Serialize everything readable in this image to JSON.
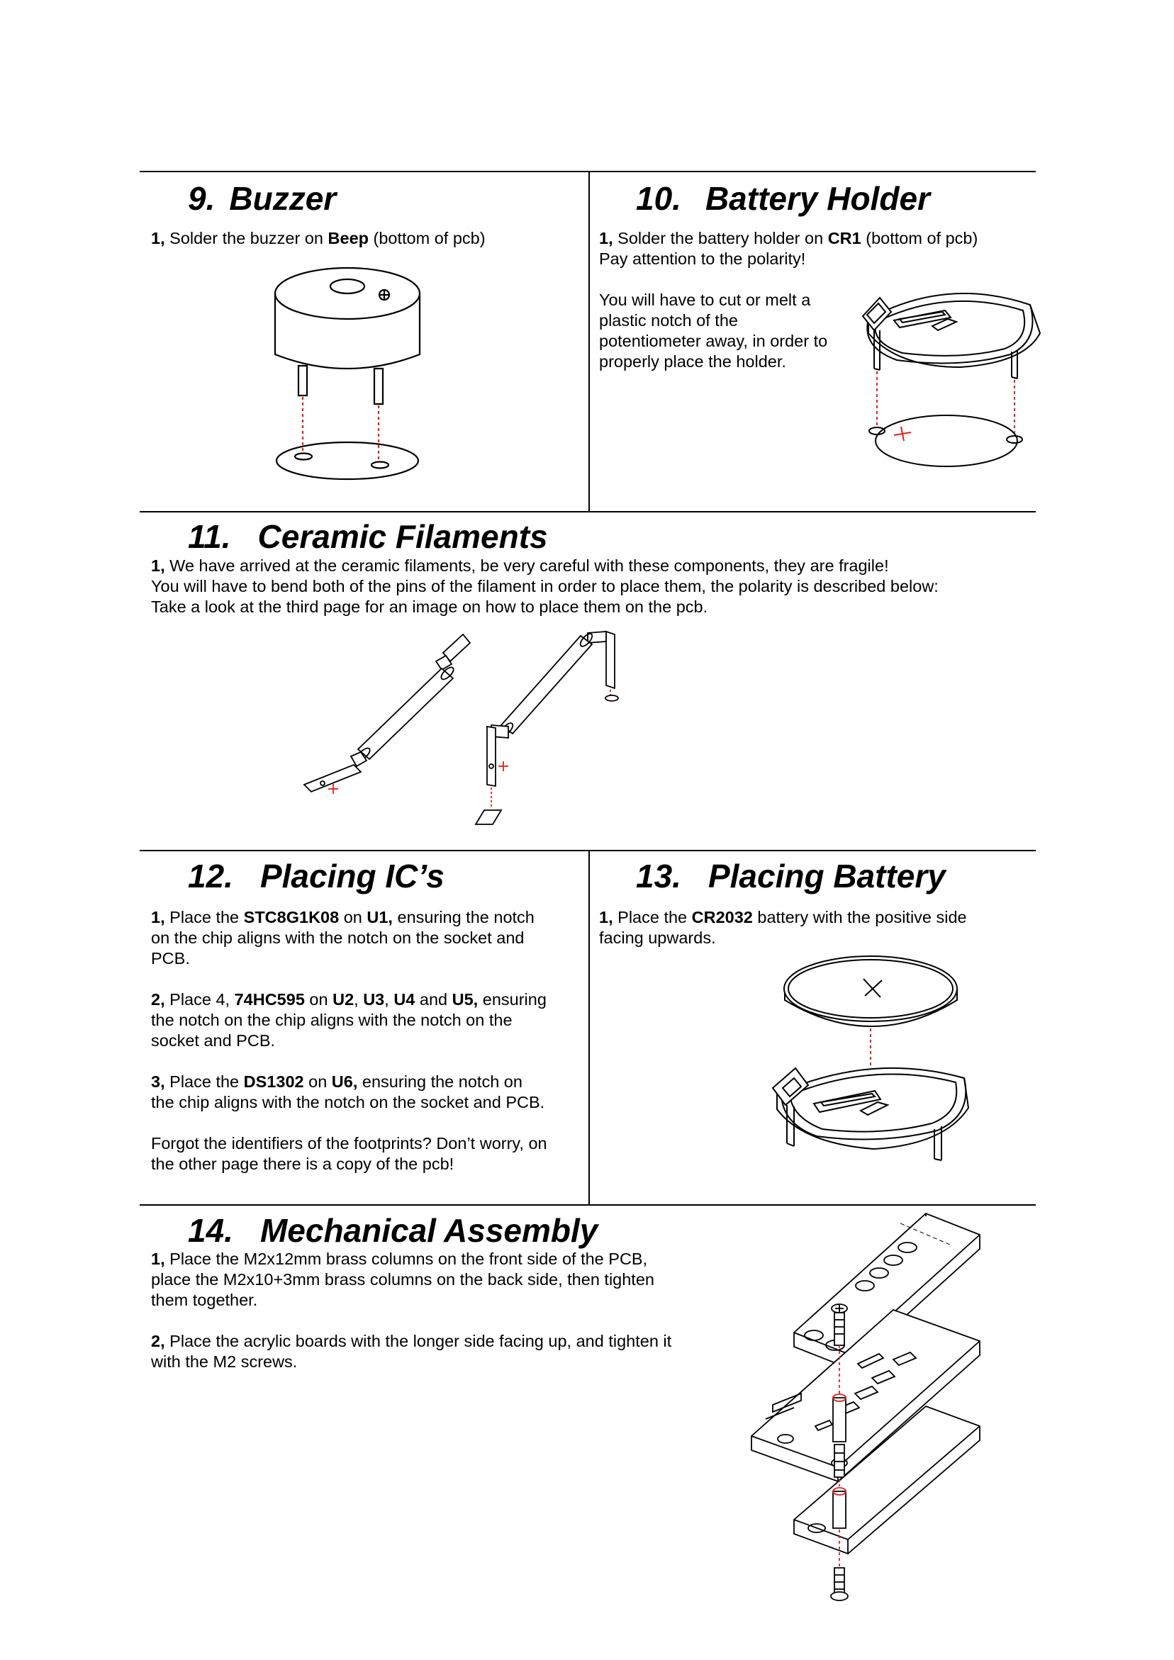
{
  "s9": {
    "num": "9.",
    "title": "Buzzer",
    "l1": [
      "1,",
      " Solder the buzzer on ",
      "Beep",
      " (bottom of pcb)"
    ]
  },
  "s10": {
    "num": "10.",
    "title": "Battery Holder",
    "l1": [
      "1,",
      "  Solder the battery holder on ",
      "CR1",
      " (bottom of pcb)"
    ],
    "l2": "Pay attention to the polarity!",
    "l3": [
      "You will have to cut or melt a",
      "plastic notch of the",
      "potentiometer away, in order to",
      "properly place the holder."
    ]
  },
  "s11": {
    "num": "11.",
    "title": "Ceramic Filaments",
    "l1": [
      "1,",
      " We have arrived at the ceramic filaments, be very careful with these components, they are fragile!"
    ],
    "l2": "You will have to bend both of the pins of the filament in order to place them, the polarity is described below:",
    "l3": "Take a look at the third page for an image on how to place them on the pcb."
  },
  "s12": {
    "num": "12.",
    "title": "Placing IC’s",
    "p1": [
      "1,",
      " Place the ",
      "STC8G1K08",
      " on ",
      "U1,",
      " ensuring the notch",
      "on the chip aligns with the notch on the socket and",
      "PCB."
    ],
    "p2": [
      "2,",
      " Place 4, ",
      "74HC595",
      " on ",
      "U2",
      ", ",
      "U3",
      ", ",
      "U4",
      " and ",
      "U5,",
      " ensuring",
      "the notch on the chip aligns with the notch on the",
      "socket and PCB."
    ],
    "p3": [
      "3,",
      " Place the ",
      "DS1302",
      " on ",
      "U6,",
      " ensuring the notch on",
      "the chip aligns with the notch on the socket and PCB."
    ],
    "p4": [
      "Forgot the identifiers of the footprints? Don’t worry, on",
      "the other page there is a copy of the pcb!"
    ]
  },
  "s13": {
    "num": "13.",
    "title": "Placing Battery",
    "l1": [
      "1,",
      " Place the ",
      "CR2032",
      " battery with the positive side"
    ],
    "l2": "facing upwards."
  },
  "s14": {
    "num": "14.",
    "title": "Mechanical Assembly",
    "p1": [
      "1,",
      " Place the M2x12mm brass columns on the front side of the PCB,",
      "place the M2x10+3mm brass columns on the back side, then tighten",
      "them together."
    ],
    "p2": [
      "2,",
      " Place the acrylic boards with the longer side facing up, and tighten it",
      "with the M2 screws."
    ]
  },
  "colors": {
    "ink": "#000000",
    "guide": "#e02020"
  },
  "icons": [
    "buzzer-icon",
    "battery-holder-icon",
    "ceramic-filament-icon",
    "coin-battery-icon",
    "mechanical-assembly-icon"
  ]
}
